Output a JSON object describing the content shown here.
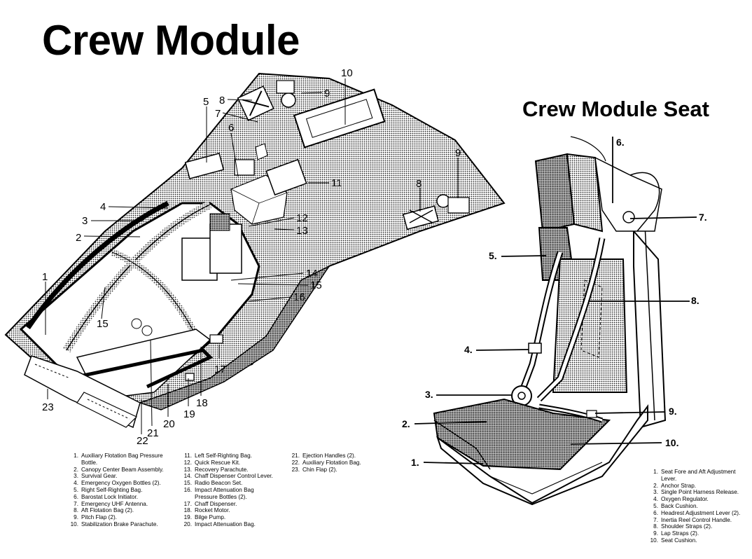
{
  "titles": {
    "crew_module": "Crew Module",
    "crew_module_seat": "Crew Module Seat"
  },
  "crew_module": {
    "callouts": [
      "1",
      "2",
      "3",
      "4",
      "5",
      "6",
      "7",
      "8",
      "9",
      "10",
      "11",
      "12",
      "13",
      "14",
      "15",
      "15",
      "16",
      "17",
      "18",
      "19",
      "20",
      "21",
      "22",
      "23",
      "8",
      "9"
    ],
    "legend": [
      {
        "num": "1.",
        "text": "Auxiliary Flotation Bag Pressure\nBottle."
      },
      {
        "num": "2.",
        "text": "Canopy Center Beam Assembly."
      },
      {
        "num": "3.",
        "text": "Survival Gear."
      },
      {
        "num": "4.",
        "text": "Emergency Oxygen Bottles (2)."
      },
      {
        "num": "5.",
        "text": "Right Self-Righting Bag."
      },
      {
        "num": "6.",
        "text": "Barostat Lock Initiator."
      },
      {
        "num": "7.",
        "text": "Emergency UHF Antenna."
      },
      {
        "num": "8.",
        "text": "Aft Flotation Bag (2)."
      },
      {
        "num": "9.",
        "text": "Pitch Flap (2)."
      },
      {
        "num": "10.",
        "text": "Stabilization Brake Parachute."
      },
      {
        "num": "11.",
        "text": "Left Self-Righting Bag."
      },
      {
        "num": "12.",
        "text": "Quick Rescue Kit."
      },
      {
        "num": "13.",
        "text": "Recovery Parachute."
      },
      {
        "num": "14.",
        "text": "Chaff Dispenser Control Lever."
      },
      {
        "num": "15.",
        "text": "Radio Beacon Set."
      },
      {
        "num": "16.",
        "text": "Impact Attenuation Bag\nPressure Bottles (2)."
      },
      {
        "num": "17.",
        "text": "Chaff Dispenser."
      },
      {
        "num": "18.",
        "text": "Rocket Motor."
      },
      {
        "num": "19.",
        "text": "Bilge Pump."
      },
      {
        "num": "20.",
        "text": "Impact Attenuation Bag."
      },
      {
        "num": "21.",
        "text": "Ejection Handles (2)."
      },
      {
        "num": "22.",
        "text": "Auxiliary Flotation Bag."
      },
      {
        "num": "23.",
        "text": "Chin Flap (2)."
      }
    ]
  },
  "seat": {
    "callouts": [
      "1.",
      "2.",
      "3.",
      "4.",
      "5.",
      "6.",
      "7.",
      "8.",
      "9.",
      "10."
    ],
    "legend": [
      {
        "num": "1.",
        "text": "Seat Fore and Aft Adjustment\nLever."
      },
      {
        "num": "2.",
        "text": "Anchor Strap."
      },
      {
        "num": "3.",
        "text": "Single Point Harness Release."
      },
      {
        "num": "4.",
        "text": "Oxygen Regulator."
      },
      {
        "num": "5.",
        "text": "Back Cushion."
      },
      {
        "num": "6.",
        "text": "Headrest Adjustment Lever (2)."
      },
      {
        "num": "7.",
        "text": "Inertia Reel Control Handle."
      },
      {
        "num": "8.",
        "text": "Shoulder Straps (2)."
      },
      {
        "num": "9.",
        "text": "Lap Straps (2)."
      },
      {
        "num": "10.",
        "text": "Seat Cushion."
      }
    ]
  }
}
